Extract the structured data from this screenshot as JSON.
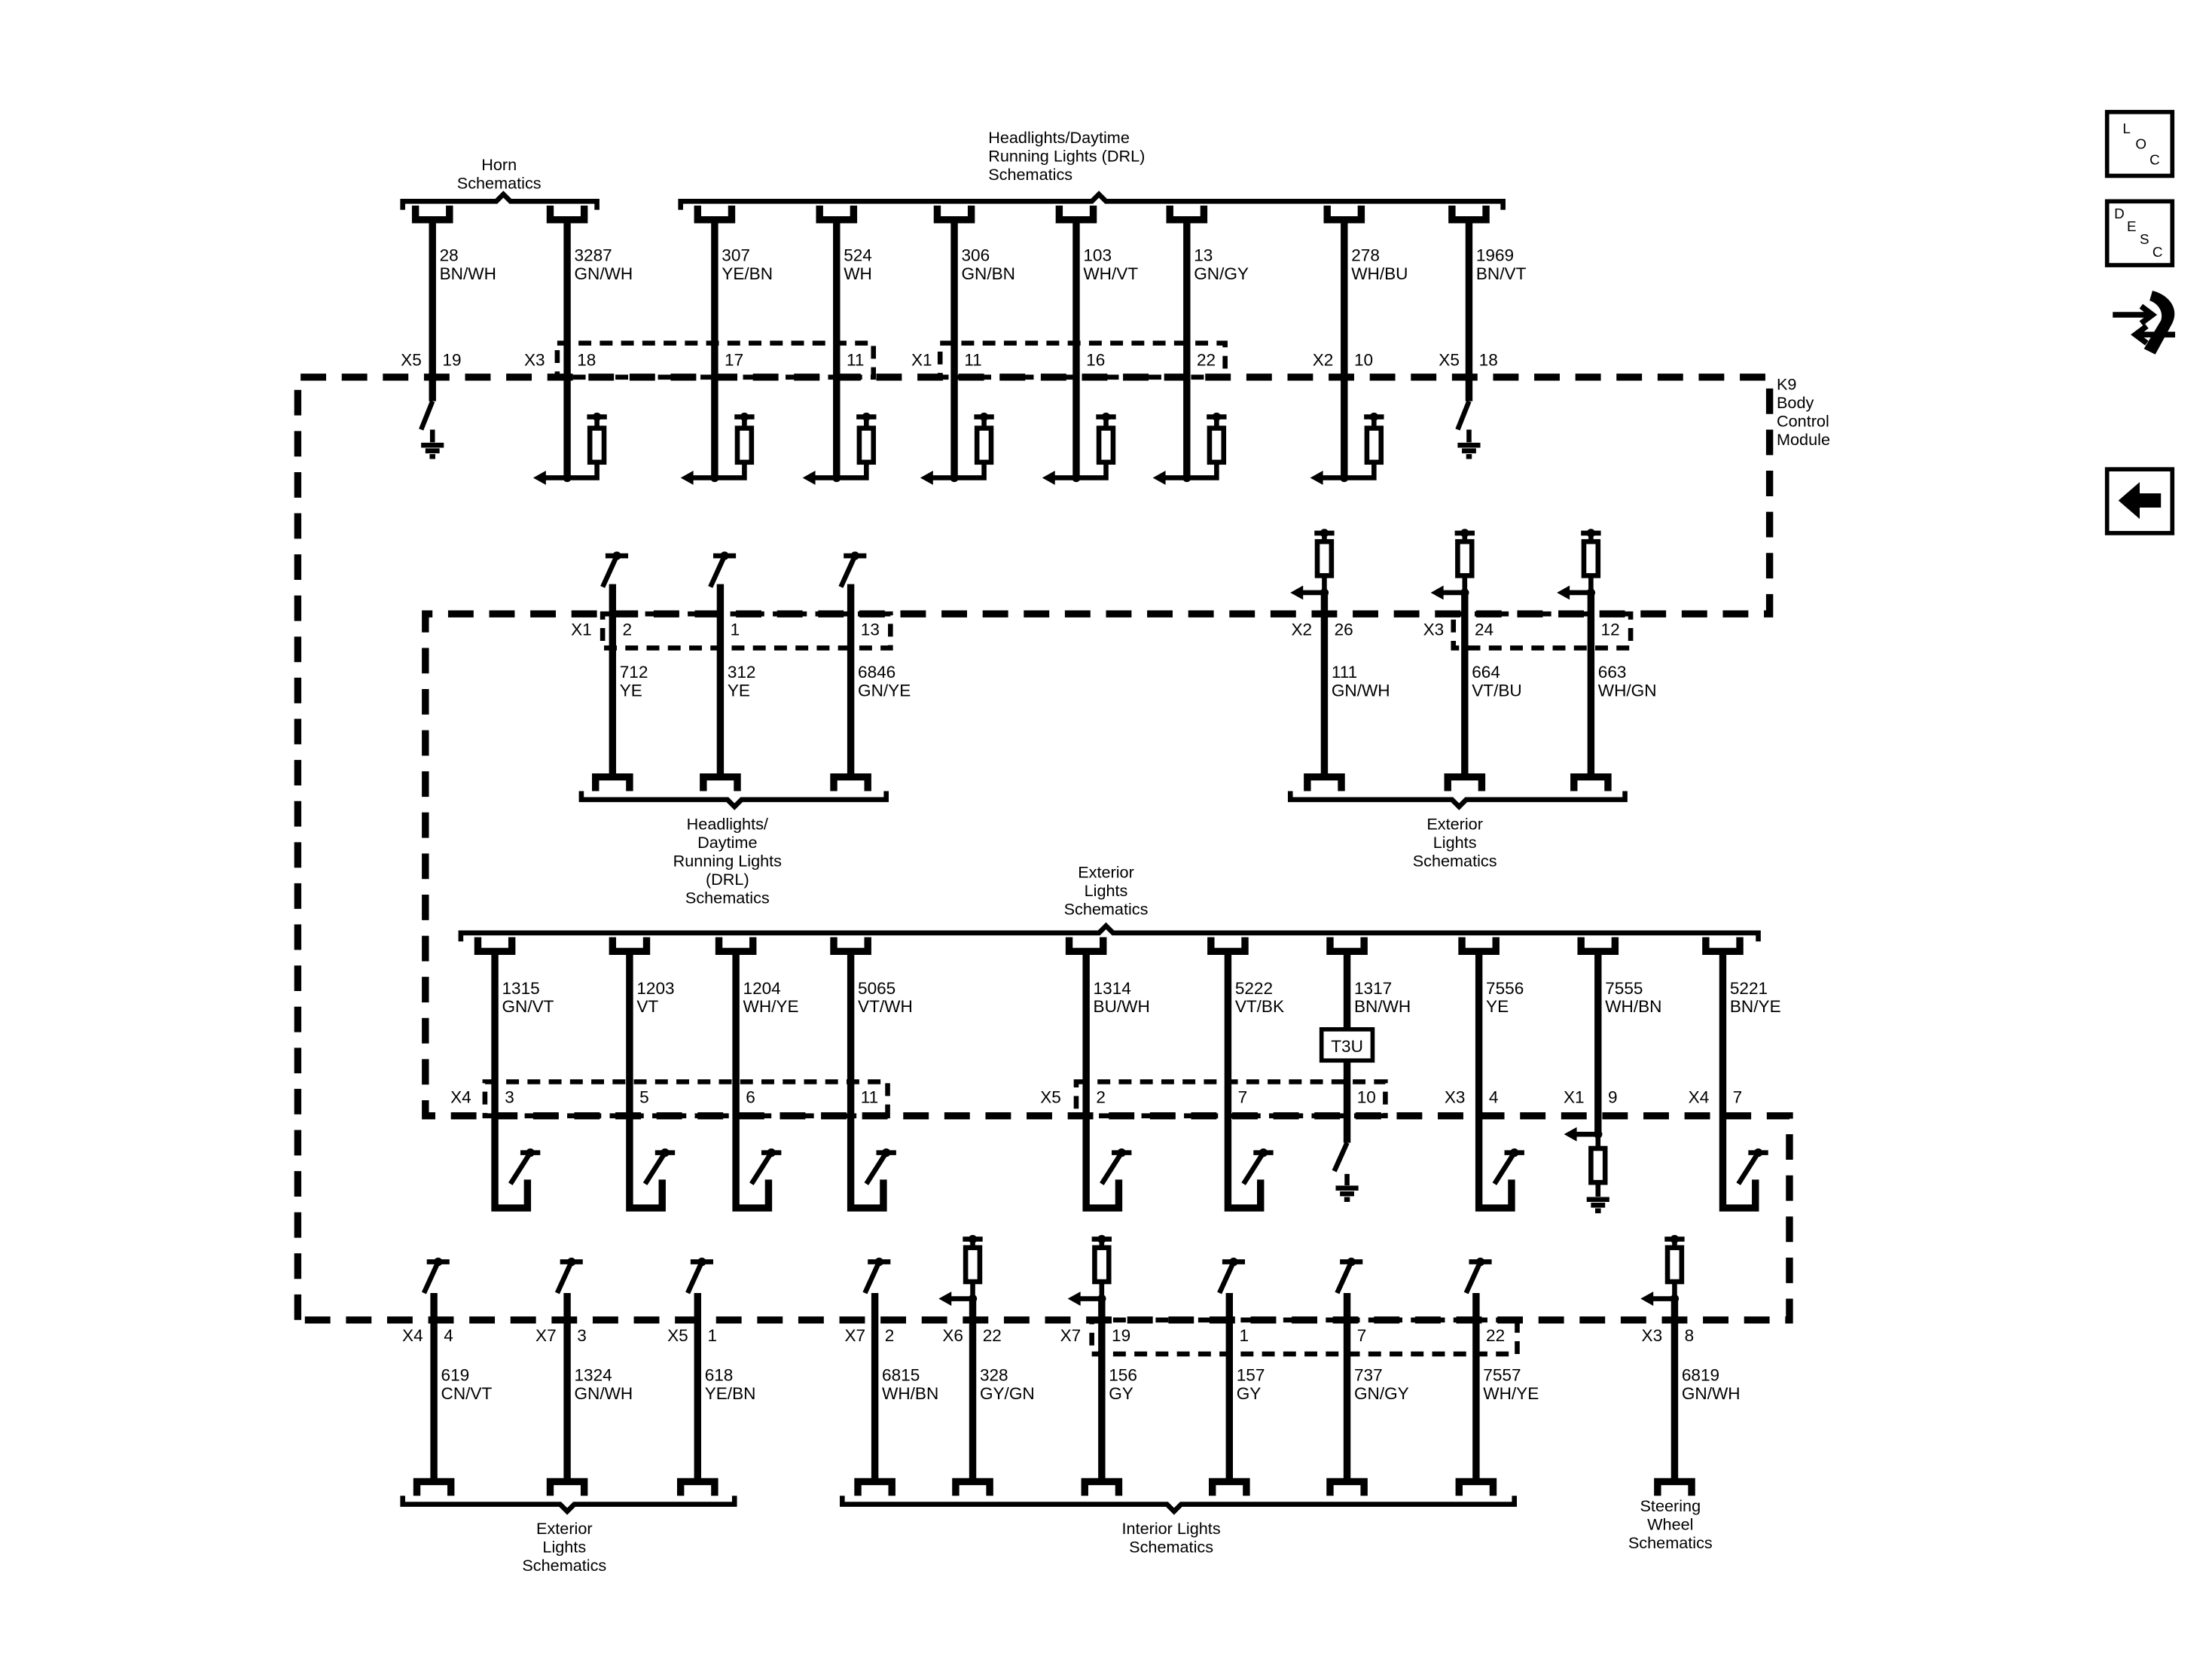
{
  "module_label": [
    "K9",
    "Body",
    "Control",
    "Module"
  ],
  "component_label": "T3U",
  "nav": {
    "loc": [
      "L",
      "O",
      "C"
    ],
    "desc": [
      "D",
      "E",
      "S",
      "C"
    ]
  },
  "groups": [
    {
      "lines": [
        "Horn",
        "Schematics"
      ]
    },
    {
      "lines": [
        "Headlights/Daytime",
        "Running Lights (DRL)",
        "Schematics"
      ]
    },
    {
      "lines": [
        "Headlights/",
        "Daytime",
        "Running Lights",
        "(DRL)",
        "Schematics"
      ]
    },
    {
      "lines": [
        "Exterior",
        "Lights",
        "Schematics"
      ]
    },
    {
      "lines": [
        "Exterior",
        "Lights",
        "Schematics"
      ]
    },
    {
      "lines": [
        "Exterior",
        "Lights",
        "Schematics"
      ]
    },
    {
      "lines": [
        "Interior Lights",
        "Schematics"
      ]
    },
    {
      "lines": [
        "Steering",
        "Wheel",
        "Schematics"
      ]
    }
  ],
  "rows": [
    {
      "circuits": [
        {
          "conn": "X5",
          "pin": "19",
          "circuit": "28",
          "color": "BN/WH"
        },
        {
          "conn": "X3",
          "pin": "18",
          "circuit": "3287",
          "color": "GN/WH"
        },
        {
          "conn": "",
          "pin": "17",
          "circuit": "307",
          "color": "YE/BN"
        },
        {
          "conn": "",
          "pin": "11",
          "circuit": "524",
          "color": "WH"
        },
        {
          "conn": "X1",
          "pin": "11",
          "circuit": "306",
          "color": "GN/BN"
        },
        {
          "conn": "",
          "pin": "16",
          "circuit": "103",
          "color": "WH/VT"
        },
        {
          "conn": "",
          "pin": "22",
          "circuit": "13",
          "color": "GN/GY"
        },
        {
          "conn": "X2",
          "pin": "10",
          "circuit": "278",
          "color": "WH/BU"
        },
        {
          "conn": "X5",
          "pin": "18",
          "circuit": "1969",
          "color": "BN/VT"
        }
      ]
    },
    {
      "circuits": [
        {
          "conn": "X1",
          "pin": "2",
          "circuit": "712",
          "color": "YE"
        },
        {
          "conn": "",
          "pin": "1",
          "circuit": "312",
          "color": "YE"
        },
        {
          "conn": "",
          "pin": "13",
          "circuit": "6846",
          "color": "GN/YE"
        },
        {
          "conn": "X2",
          "pin": "26",
          "circuit": "111",
          "color": "GN/WH"
        },
        {
          "conn": "X3",
          "pin": "24",
          "circuit": "664",
          "color": "VT/BU"
        },
        {
          "conn": "",
          "pin": "12",
          "circuit": "663",
          "color": "WH/GN"
        }
      ]
    },
    {
      "circuits": [
        {
          "conn": "X4",
          "pin": "3",
          "circuit": "1315",
          "color": "GN/VT"
        },
        {
          "conn": "",
          "pin": "5",
          "circuit": "1203",
          "color": "VT"
        },
        {
          "conn": "",
          "pin": "6",
          "circuit": "1204",
          "color": "WH/YE"
        },
        {
          "conn": "",
          "pin": "11",
          "circuit": "5065",
          "color": "VT/WH"
        },
        {
          "conn": "X5",
          "pin": "2",
          "circuit": "1314",
          "color": "BU/WH"
        },
        {
          "conn": "",
          "pin": "7",
          "circuit": "5222",
          "color": "VT/BK"
        },
        {
          "conn": "",
          "pin": "10",
          "circuit": "1317",
          "color": "BN/WH"
        },
        {
          "conn": "X3",
          "pin": "4",
          "circuit": "7556",
          "color": "YE"
        },
        {
          "conn": "X1",
          "pin": "9",
          "circuit": "7555",
          "color": "WH/BN"
        },
        {
          "conn": "X4",
          "pin": "7",
          "circuit": "5221",
          "color": "BN/YE"
        }
      ]
    },
    {
      "circuits": [
        {
          "conn": "X4",
          "pin": "4",
          "circuit": "619",
          "color": "CN/VT"
        },
        {
          "conn": "X7",
          "pin": "3",
          "circuit": "1324",
          "color": "GN/WH"
        },
        {
          "conn": "X5",
          "pin": "1",
          "circuit": "618",
          "color": "YE/BN"
        },
        {
          "conn": "X7",
          "pin": "2",
          "circuit": "6815",
          "color": "WH/BN"
        },
        {
          "conn": "X6",
          "pin": "22",
          "circuit": "328",
          "color": "GY/GN"
        },
        {
          "conn": "X7",
          "pin": "19",
          "circuit": "156",
          "color": "GY"
        },
        {
          "conn": "",
          "pin": "1",
          "circuit": "157",
          "color": "GY"
        },
        {
          "conn": "",
          "pin": "7",
          "circuit": "737",
          "color": "GN/GY"
        },
        {
          "conn": "",
          "pin": "22",
          "circuit": "7557",
          "color": "WH/YE"
        },
        {
          "conn": "X3",
          "pin": "8",
          "circuit": "6819",
          "color": "GN/WH"
        }
      ]
    }
  ]
}
